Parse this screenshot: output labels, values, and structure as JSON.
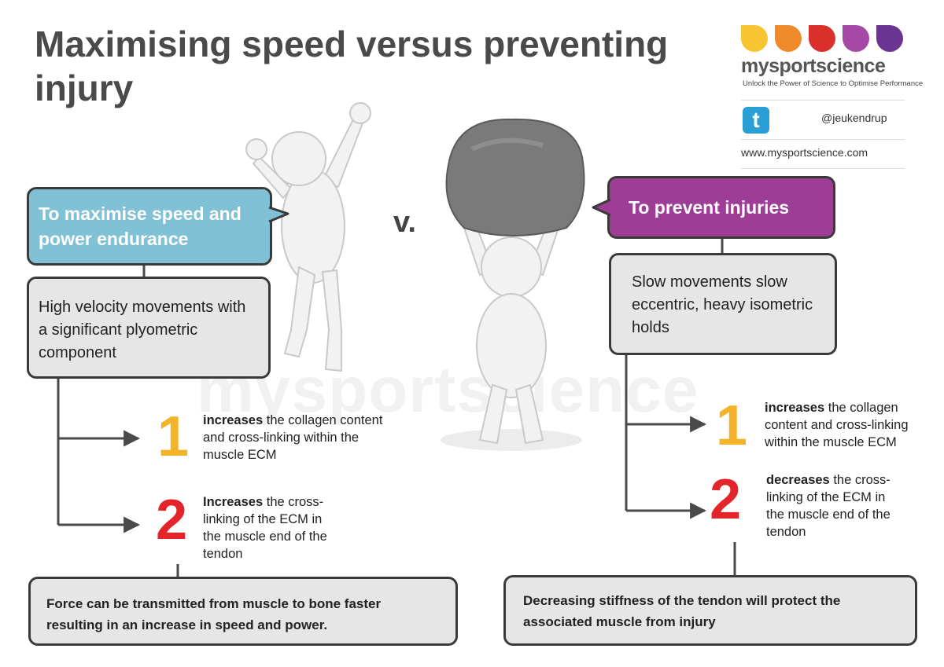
{
  "title": "Maximising speed versus preventing injury",
  "watermark": "mysportscience",
  "brand": {
    "name": "mysportscience",
    "tagline": "Unlock the Power of Science to Optimise Performance",
    "twitter_handle": "@jeukendrup",
    "website": "www.mysportscience.com",
    "drop_colors": [
      "#f7c531",
      "#f08a2a",
      "#d9302b",
      "#a748a6",
      "#6a3590"
    ]
  },
  "versus": "v.",
  "left": {
    "header": "To maximise speed and power endurance",
    "description": "High velocity movements with a significant plyometric component",
    "effects": [
      {
        "number": "1",
        "lead": "increases",
        "rest": " the collagen content and cross-linking within the muscle ECM"
      },
      {
        "number": "2",
        "lead": "Increases",
        "rest": " the cross-linking of the ECM in the muscle end of the tendon"
      }
    ],
    "conclusion": "Force can be transmitted from muscle to bone faster resulting in an increase in speed and power."
  },
  "right": {
    "header": "To prevent injuries",
    "description": "Slow movements slow eccentric, heavy isometric holds",
    "effects": [
      {
        "number": "1",
        "lead": "increases",
        "rest": " the collagen content and cross-linking within the muscle ECM"
      },
      {
        "number": "2",
        "lead": "decreases",
        "rest": " the cross-linking of the ECM in the muscle end of the tendon"
      }
    ],
    "conclusion": "Decreasing stiffness of the tendon will protect the associated muscle from injury"
  },
  "colors": {
    "left_header": "#80c1d5",
    "right_header": "#9d3d96",
    "number_one": "#f5b329",
    "number_two": "#e3242b"
  },
  "icons": {
    "twitter": "twitter-icon",
    "jumping_figure": "jumping-figure-illustration",
    "lifting_figure": "rock-lifting-figure-illustration"
  }
}
